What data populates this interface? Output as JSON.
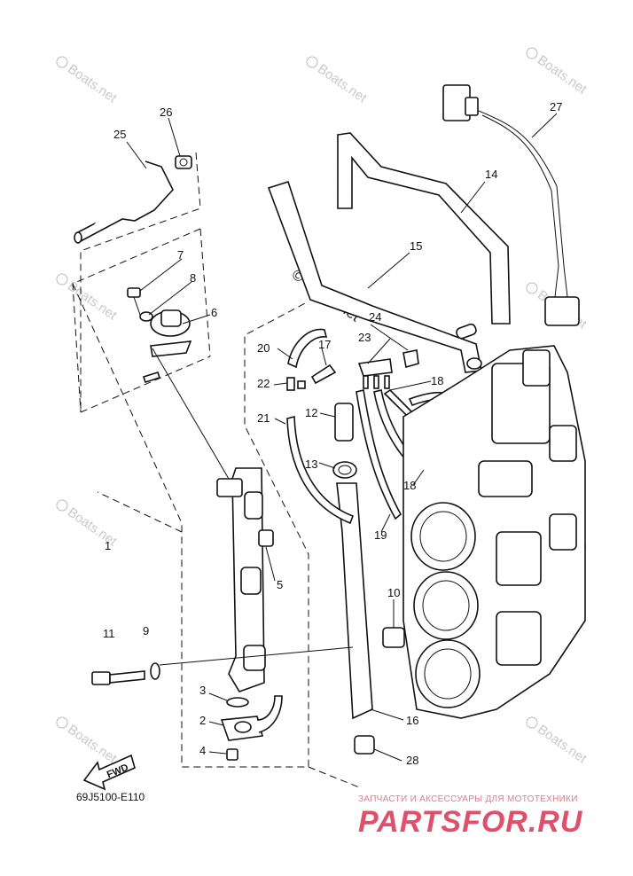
{
  "watermark_text": "Boats.net",
  "copyright_watermark": "© Boats.net",
  "diagram_code": "69J5100-E110",
  "fwd_label": "FWD",
  "brand": {
    "subtitle": "ЗАПЧАСТИ И АКСЕССУАРЫ ДЛЯ МОТОТЕХНИКИ",
    "name": "PARTSFOR.RU"
  },
  "callouts": {
    "c1": "1",
    "c2": "2",
    "c3": "3",
    "c4": "4",
    "c5": "5",
    "c6": "6",
    "c7": "7",
    "c8": "8",
    "c9": "9",
    "c10": "10",
    "c11": "11",
    "c12": "12",
    "c13": "13",
    "c14": "14",
    "c15": "15",
    "c16": "16",
    "c17": "17",
    "c18a": "18",
    "c18b": "18",
    "c19": "19",
    "c20": "20",
    "c21": "21",
    "c22": "22",
    "c23": "23",
    "c24": "24",
    "c25": "25",
    "c26": "26",
    "c27": "27",
    "c28": "28"
  },
  "colors": {
    "line": "#111111",
    "watermark": "#c9c9c9",
    "brand": "#e0506a"
  }
}
